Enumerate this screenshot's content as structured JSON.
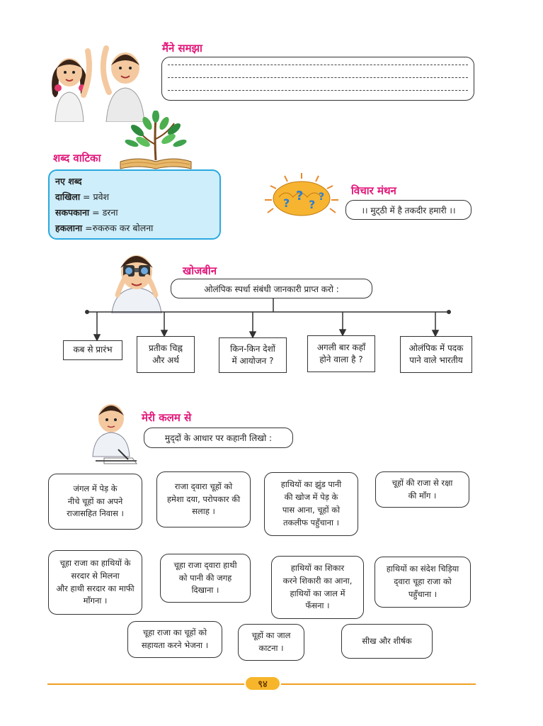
{
  "understood": {
    "heading": "मैंने समझा"
  },
  "vocab": {
    "heading": "शब्द वाटिका",
    "box_title": "नए शब्द",
    "items": [
      {
        "word": "दाखिला",
        "meaning": " = प्रवेश"
      },
      {
        "word": "सकपकाना",
        "meaning": " = डरना"
      },
      {
        "word": "हकलाना",
        "meaning": " =रुकरुक कर बोलना"
      }
    ]
  },
  "brainstorm": {
    "heading": "विचार मंथन",
    "text": "।। मुट्‌ठी में है तकदीर हमारी ।।"
  },
  "research": {
    "heading": "खोजबीन",
    "prompt": "ओलंपिक स्पर्धा संबंधी जानकारी प्राप्त करो :",
    "boxes": [
      {
        "line1": "कब से प्रारंभ",
        "line2": ""
      },
      {
        "line1": "प्रतीक चिह्न",
        "line2": "और अर्थ"
      },
      {
        "line1": "किन-किन देशों",
        "line2": "में आयोजन ?"
      },
      {
        "line1": "अगली बार कहाँ",
        "line2": "होने वाला है ?"
      },
      {
        "line1": "ओलंपिक में पदक",
        "line2": "पाने वाले भारतीय"
      }
    ]
  },
  "writing": {
    "heading": "मेरी कलम से",
    "prompt": "मुद्‌दों के आधार पर कहानी लिखो :",
    "points": [
      [
        "जंगल में पेड़ के",
        "नीचे चूहों का अपने",
        "राजासहित निवास ।"
      ],
      [
        "राजा द्‌वारा चूहों को",
        "हमेशा दया, परोपकार की",
        "सलाह ।"
      ],
      [
        "हाथियों का झुंड पानी",
        "की खोज में पेड़ के",
        "पास आना, चूहों को",
        "तकलीफ पहुँचाना ।"
      ],
      [
        "चूहों की राजा से रक्षा",
        "की माँग ।"
      ],
      [
        "चूहा राजा का हाथियों के",
        "सरदार से मिलना",
        "और हाथी सरदार का माफी",
        "माँगना ।"
      ],
      [
        "चूहा राजा द्‌वारा हाथी",
        "को पानी की जगह",
        "दिखाना ।"
      ],
      [
        "हाथियों का शिकार",
        "करने शिकारी का आना,",
        "हाथियों का जाल में",
        "फँसना ।"
      ],
      [
        "हाथियों का संदेश चिड़िया",
        "द्‌वारा चूहा राजा को",
        "पहुँचाना ।"
      ],
      [
        "चूहा राजा का चूहों को",
        "सहायता करने भेजना ।"
      ],
      [
        "चूहों का जाल",
        "काटना ।"
      ],
      [
        "सीख और शीर्षक"
      ]
    ]
  },
  "footer": {
    "page_number": "९४"
  },
  "colors": {
    "heading": "#e2187a",
    "vocab_bg": "#cdeefa",
    "vocab_border": "#2aa9df",
    "footer_line": "#f0a020",
    "page_badge": "#f7b52b"
  }
}
